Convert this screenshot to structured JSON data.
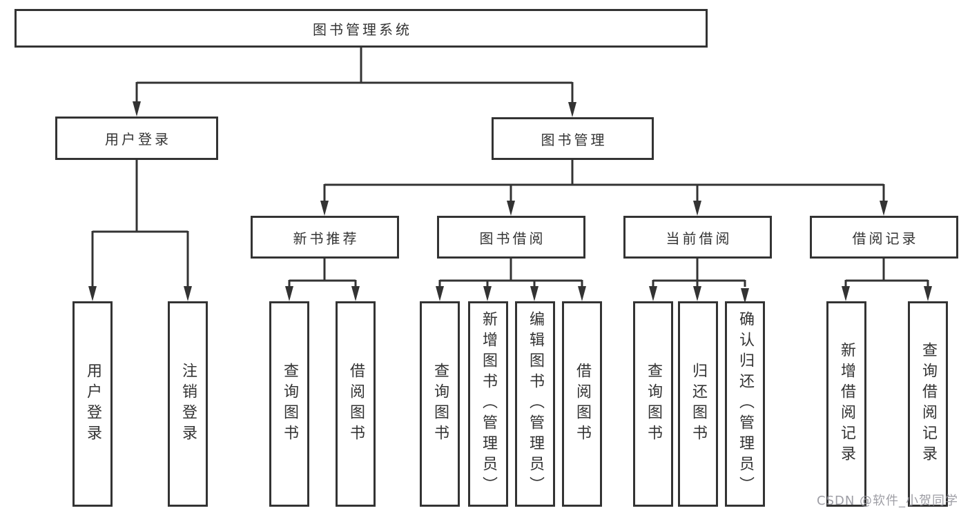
{
  "page": {
    "background": "#ffffff",
    "line_color": "#333333",
    "box_border_color": "#333333",
    "text_color": "#333333"
  },
  "diagram": {
    "root": {
      "label": "图书管理系统"
    },
    "level2": [
      {
        "label": "用户登录"
      },
      {
        "label": "图书管理"
      }
    ],
    "level3": [
      {
        "label": "新书推荐"
      },
      {
        "label": "图书借阅"
      },
      {
        "label": "当前借阅"
      },
      {
        "label": "借阅记录"
      }
    ],
    "leafGroups": [
      {
        "items": [
          "用户登录",
          "注销登录"
        ]
      },
      {
        "items": [
          "查询图书",
          "借阅图书"
        ]
      },
      {
        "items": [
          "查询图书",
          "新增图书（管理员）",
          "编辑图书（管理员）",
          "借阅图书"
        ]
      },
      {
        "items": [
          "查询图书",
          "归还图书",
          "确认归还（管理员）"
        ]
      },
      {
        "items": [
          "新增借阅记录",
          "查询借阅记录"
        ]
      }
    ]
  },
  "watermark": {
    "text": "CSDN @软件_小贺同学",
    "color": "#94949b"
  }
}
